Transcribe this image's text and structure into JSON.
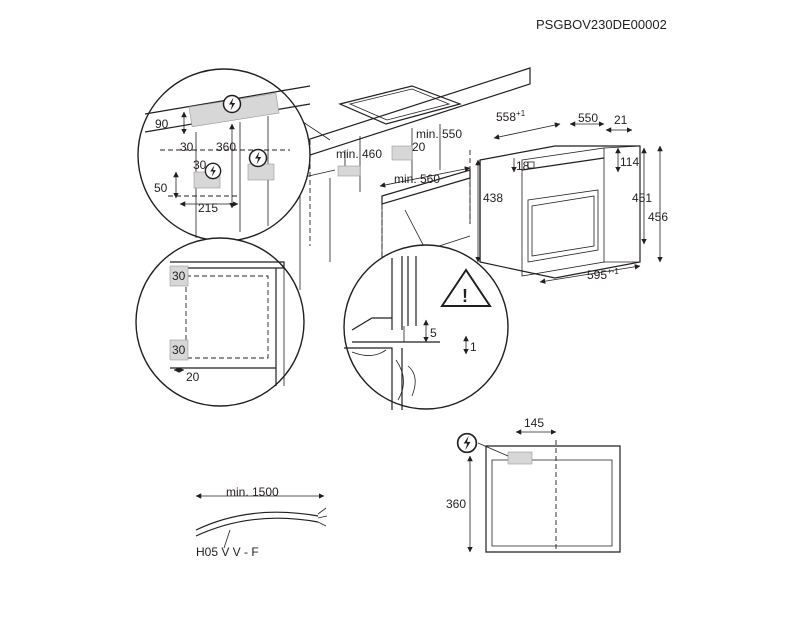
{
  "doc_code": "PSGBOV230DE00002",
  "cable": {
    "length_label": "min. 1500",
    "type_label": "H05 V V - F"
  },
  "detail_electric": {
    "d90": "90",
    "d30a": "30",
    "d360": "360",
    "d30b": "30",
    "d50": "50",
    "d215": "215"
  },
  "detail_cabinet": {
    "d30_top": "30",
    "d30_bottom": "30",
    "d20": "20"
  },
  "detail_gap": {
    "d5": "5",
    "d1": "1",
    "warning_icon": "warning-triangle-icon"
  },
  "niche": {
    "min460": "min. 460",
    "min550": "min. 550",
    "min560": "min. 560",
    "d20": "20",
    "d18": "18"
  },
  "appliance": {
    "d558": "558",
    "d558_tol": "+1",
    "d550": "550",
    "d21": "21",
    "d114": "114",
    "d438": "438",
    "d451": "451",
    "d456": "456",
    "d595": "595",
    "d595_tol": "+-1"
  },
  "side_view": {
    "d145": "145",
    "d360": "360"
  },
  "icons": {
    "voltage": "lightning-voltage-icon"
  }
}
